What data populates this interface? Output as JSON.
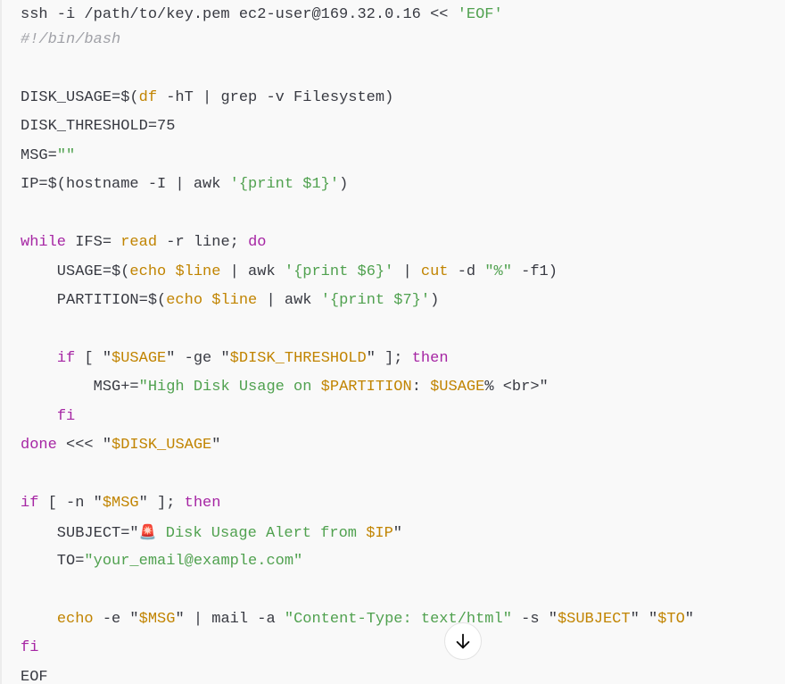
{
  "code_block": {
    "language": "bash",
    "colors": {
      "background": "#f9f9f9",
      "text": "#383a42",
      "keyword": "#a626a4",
      "builtin_variable": "#c18401",
      "string": "#50a14f",
      "comment": "#a0a1a7"
    },
    "lines": [
      {
        "tokens": [
          {
            "t": "pl",
            "v": "ssh -i /path/to/key.pem ec2-user@169.32.0.16 << "
          },
          {
            "t": "str",
            "v": "'EOF'"
          }
        ]
      },
      {
        "tokens": [
          {
            "t": "cm",
            "v": "#!/bin/bash"
          }
        ]
      },
      {
        "tokens": []
      },
      {
        "tokens": [
          {
            "t": "pl",
            "v": "DISK_USAGE=$("
          },
          {
            "t": "bi",
            "v": "df"
          },
          {
            "t": "pl",
            "v": " -hT | grep -v Filesystem)"
          }
        ]
      },
      {
        "tokens": [
          {
            "t": "pl",
            "v": "DISK_THRESHOLD=75"
          }
        ]
      },
      {
        "tokens": [
          {
            "t": "pl",
            "v": "MSG="
          },
          {
            "t": "str",
            "v": "\"\""
          }
        ]
      },
      {
        "tokens": [
          {
            "t": "pl",
            "v": "IP=$(hostname -I | awk "
          },
          {
            "t": "str",
            "v": "'{print $1}'"
          },
          {
            "t": "pl",
            "v": ")"
          }
        ]
      },
      {
        "tokens": []
      },
      {
        "tokens": [
          {
            "t": "kw",
            "v": "while"
          },
          {
            "t": "pl",
            "v": " IFS= "
          },
          {
            "t": "bi",
            "v": "read"
          },
          {
            "t": "pl",
            "v": " -r line; "
          },
          {
            "t": "kw",
            "v": "do"
          }
        ]
      },
      {
        "tokens": [
          {
            "t": "pl",
            "v": "    USAGE=$("
          },
          {
            "t": "bi",
            "v": "echo"
          },
          {
            "t": "pl",
            "v": " "
          },
          {
            "t": "bi",
            "v": "$line"
          },
          {
            "t": "pl",
            "v": " | awk "
          },
          {
            "t": "str",
            "v": "'{print $6}'"
          },
          {
            "t": "pl",
            "v": " | "
          },
          {
            "t": "bi",
            "v": "cut"
          },
          {
            "t": "pl",
            "v": " -d "
          },
          {
            "t": "str",
            "v": "\"%\""
          },
          {
            "t": "pl",
            "v": " -f1)"
          }
        ]
      },
      {
        "tokens": [
          {
            "t": "pl",
            "v": "    PARTITION=$("
          },
          {
            "t": "bi",
            "v": "echo"
          },
          {
            "t": "pl",
            "v": " "
          },
          {
            "t": "bi",
            "v": "$line"
          },
          {
            "t": "pl",
            "v": " | awk "
          },
          {
            "t": "str",
            "v": "'{print $7}'"
          },
          {
            "t": "pl",
            "v": ")"
          }
        ]
      },
      {
        "tokens": []
      },
      {
        "tokens": [
          {
            "t": "pl",
            "v": "    "
          },
          {
            "t": "kw",
            "v": "if"
          },
          {
            "t": "pl",
            "v": " [ \""
          },
          {
            "t": "bi",
            "v": "$USAGE"
          },
          {
            "t": "pl",
            "v": "\" -ge \""
          },
          {
            "t": "bi",
            "v": "$DISK_THRESHOLD"
          },
          {
            "t": "pl",
            "v": "\" ]; "
          },
          {
            "t": "kw",
            "v": "then"
          }
        ]
      },
      {
        "tokens": [
          {
            "t": "pl",
            "v": "        MSG+="
          },
          {
            "t": "str",
            "v": "\"High Disk Usage on "
          },
          {
            "t": "bi",
            "v": "$PARTITION"
          },
          {
            "t": "pl",
            "v": ": "
          },
          {
            "t": "bi",
            "v": "$USAGE"
          },
          {
            "t": "pl",
            "v": "% <br>\""
          }
        ]
      },
      {
        "tokens": [
          {
            "t": "pl",
            "v": "    "
          },
          {
            "t": "kw",
            "v": "fi"
          }
        ]
      },
      {
        "tokens": [
          {
            "t": "kw",
            "v": "done"
          },
          {
            "t": "pl",
            "v": " <<< \""
          },
          {
            "t": "bi",
            "v": "$DISK_USAGE"
          },
          {
            "t": "pl",
            "v": "\""
          }
        ]
      },
      {
        "tokens": []
      },
      {
        "tokens": [
          {
            "t": "kw",
            "v": "if"
          },
          {
            "t": "pl",
            "v": " [ -n \""
          },
          {
            "t": "bi",
            "v": "$MSG"
          },
          {
            "t": "pl",
            "v": "\" ]; "
          },
          {
            "t": "kw",
            "v": "then"
          }
        ]
      },
      {
        "tokens": [
          {
            "t": "pl",
            "v": "    SUBJECT=\""
          },
          {
            "t": "emoji",
            "v": "🚨"
          },
          {
            "t": "str",
            "v": " Disk Usage Alert from "
          },
          {
            "t": "bi",
            "v": "$IP"
          },
          {
            "t": "pl",
            "v": "\""
          }
        ]
      },
      {
        "tokens": [
          {
            "t": "pl",
            "v": "    TO="
          },
          {
            "t": "str",
            "v": "\"your_email@example.com\""
          }
        ]
      },
      {
        "tokens": []
      },
      {
        "tokens": [
          {
            "t": "pl",
            "v": "    "
          },
          {
            "t": "bi",
            "v": "echo"
          },
          {
            "t": "pl",
            "v": " -e \""
          },
          {
            "t": "bi",
            "v": "$MSG"
          },
          {
            "t": "pl",
            "v": "\" | mail -a "
          },
          {
            "t": "str",
            "v": "\"Content-Type: text/html\""
          },
          {
            "t": "pl",
            "v": " -s \""
          },
          {
            "t": "bi",
            "v": "$SUBJECT"
          },
          {
            "t": "pl",
            "v": "\" \""
          },
          {
            "t": "bi",
            "v": "$TO"
          },
          {
            "t": "pl",
            "v": "\""
          }
        ]
      },
      {
        "tokens": [
          {
            "t": "kw",
            "v": "fi"
          }
        ]
      },
      {
        "tokens": [
          {
            "t": "pl",
            "v": "EOF"
          }
        ]
      }
    ]
  },
  "scroll_button": {
    "icon": "arrow-down-icon",
    "label": "Scroll to bottom"
  }
}
